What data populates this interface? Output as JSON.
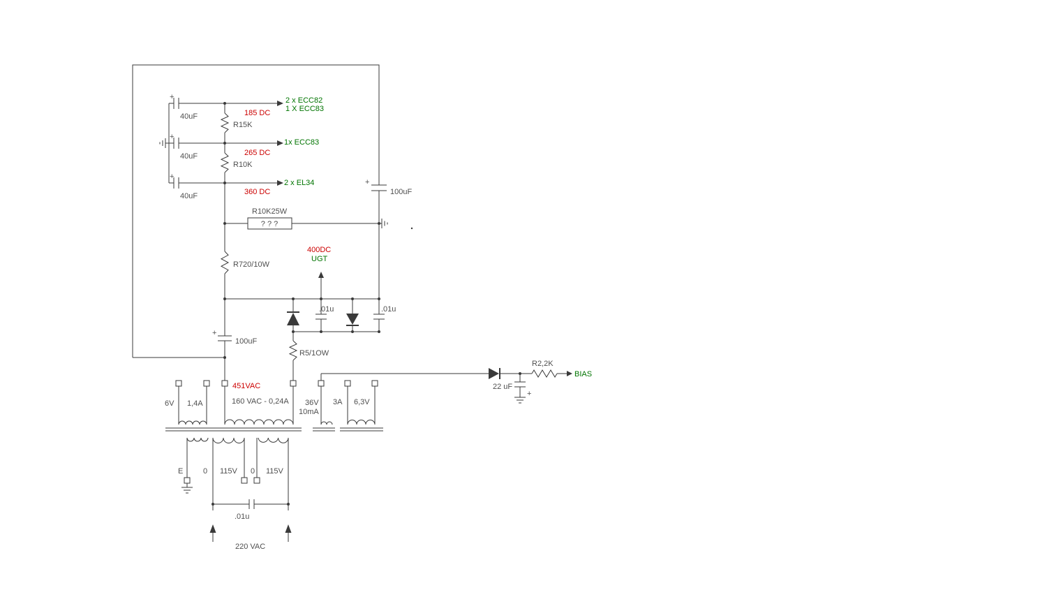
{
  "colors": {
    "background": "#ffffff",
    "wire": "#3a3a3a",
    "label": "#4f4f4f",
    "voltage": "#cc0000",
    "tube": "#007400"
  },
  "symbols": {
    "plus": "+"
  },
  "rails": {
    "rail1": {
      "voltage": "185 DC",
      "dest_line1": "2 x ECC82",
      "dest_line2": "1 X ECC83"
    },
    "rail2": {
      "voltage": "265 DC",
      "dest": "1x ECC83"
    },
    "rail3": {
      "voltage": "360 DC",
      "dest": "2 x EL34"
    },
    "hv": {
      "voltage": "400DC",
      "dest": "UGT"
    },
    "bias": {
      "dest": "BIAS"
    }
  },
  "components": {
    "c1": "40uF",
    "c2": "40uF",
    "c3": "40uF",
    "r1": "R15K",
    "r2": "R10K",
    "r3_name": "R10K25W",
    "r3_value": "? ? ?",
    "r4": "R720/10W",
    "c4": "100uF",
    "c5": "100uF",
    "c6": ".01u",
    "c7": ".01u",
    "r5": "R5/1OW",
    "c8": "22 uF",
    "r6": "R2,2K"
  },
  "transformer": {
    "hv_terminal": "451VAC",
    "heater1_v": "6V",
    "heater1_a": "1,4A",
    "hv_winding": "160 VAC - 0,24A",
    "bias_winding_v": "36V",
    "bias_winding_a": "10mA",
    "heater2_a": "3A",
    "heater2_v": "6,3V",
    "primary_e": "E",
    "primary_0a": "0",
    "primary_115a": "115V",
    "primary_0b": "0",
    "primary_115b": "115V",
    "line_cap": ".01u",
    "mains": "220 VAC"
  }
}
